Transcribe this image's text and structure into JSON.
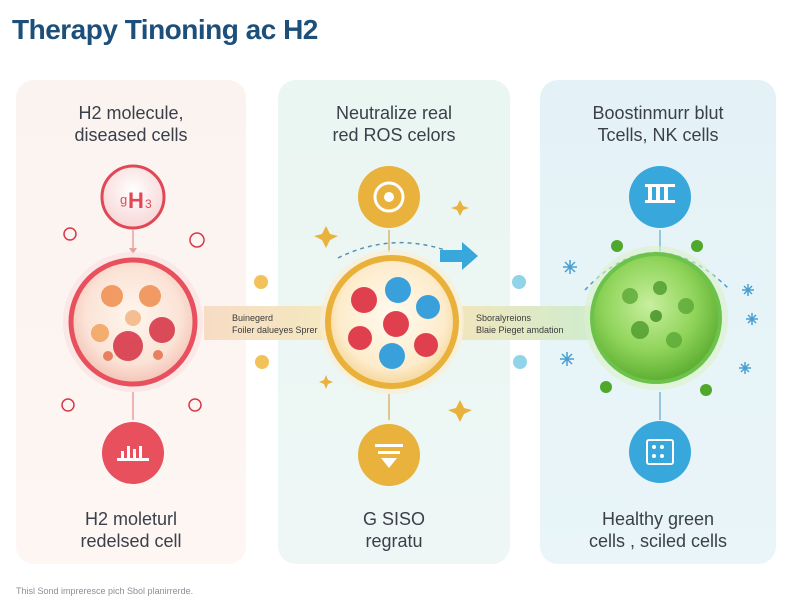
{
  "title": "Therapy Tinoning ac H2",
  "panels": [
    {
      "top_lines": [
        "H2 molecule,",
        "diseased cells"
      ],
      "bottom_lines": [
        "H2 moleturl",
        "redelsed cell"
      ],
      "top_icon_text": "H",
      "top_icon_sub": "3",
      "top_icon_prefix": "g",
      "color": "#e8505e"
    },
    {
      "top_lines": [
        "Neutralize real",
        "red ROS celors"
      ],
      "bottom_lines": [
        "G SISO",
        "regratu"
      ],
      "color": "#e8b23c"
    },
    {
      "top_lines": [
        "Boostinmurr blut",
        "Tcells, NK cells"
      ],
      "bottom_lines": [
        "Healthy green",
        "cells , sciled cells"
      ],
      "color": "#6ec34a"
    }
  ],
  "connectors": [
    {
      "lines": [
        "Buinegerd",
        "Foiler dalueyes Sprer"
      ]
    },
    {
      "lines": [
        "Sboralyreions",
        "Blaie Pieget amdation"
      ]
    }
  ],
  "footer": "Thisl Sond impreresce pich Sbol planirrerde.",
  "colors": {
    "title": "#1c4f7a",
    "red": "#e8505e",
    "gold": "#e8b23c",
    "green": "#6ec34a",
    "blue": "#38a8dc"
  }
}
